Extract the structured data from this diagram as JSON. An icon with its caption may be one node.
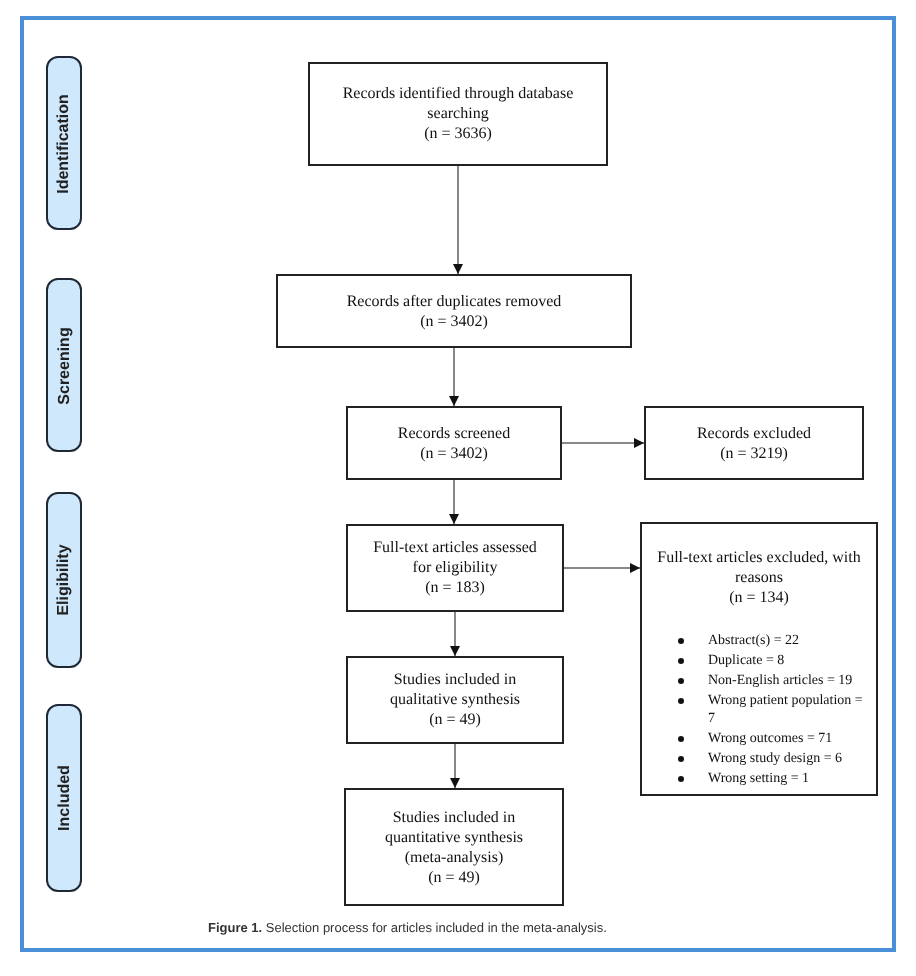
{
  "diagram": {
    "caption": "**Figure 1.** Selection process for articles included in the meta-analysis.",
    "nodes": [
      {
        "text": [
          "Identification"
        ]
      },
      {
        "text": [
          "Screening"
        ]
      },
      {
        "text": [
          "Eligibility"
        ]
      },
      {
        "text": [
          "Included"
        ]
      },
      {
        "text": [
          "Records identified through database searching",
          "(n = 3636)"
        ]
      },
      {
        "text": [
          "Records after duplicates removed",
          "(n = 3402)"
        ]
      },
      {
        "text": [
          "Records screened",
          "(n = 3402)"
        ]
      },
      {
        "text": [
          "Records excluded",
          "(n = 3219)"
        ]
      },
      {
        "text": [
          "Full-text articles assessed for eligibility",
          "(n = 183)"
        ]
      },
      {
        "text": [
          "Full-text articles excluded, with reasons",
          "(n = 134)",
          "Abstract(s) = 22",
          "Duplicate = 8",
          "Non-English articles = 19",
          "Wrong patient population = 7",
          "Wrong outcomes = 71",
          "Wrong study design = 6",
          "Wrong setting = 1"
        ]
      },
      {
        "text": [
          "Studies included in qualitative synthesis",
          "(n = 49)"
        ]
      },
      {
        "text": [
          "Studies included in quantitative synthesis (meta-analysis)",
          "(n = 49)"
        ]
      }
    ],
    "edges": [
      {
        "from": 4,
        "to": 5,
        "arrow": "to"
      },
      {
        "from": 5,
        "to": 6,
        "arrow": "to"
      },
      {
        "from": 6,
        "to": 7,
        "arrow": "to"
      },
      {
        "from": 6,
        "to": 8,
        "arrow": "to"
      },
      {
        "from": 8,
        "to": 9,
        "arrow": "to"
      },
      {
        "from": 8,
        "to": 10,
        "arrow": "to"
      },
      {
        "from": 10,
        "to": 11,
        "arrow": "to"
      }
    ]
  }
}
